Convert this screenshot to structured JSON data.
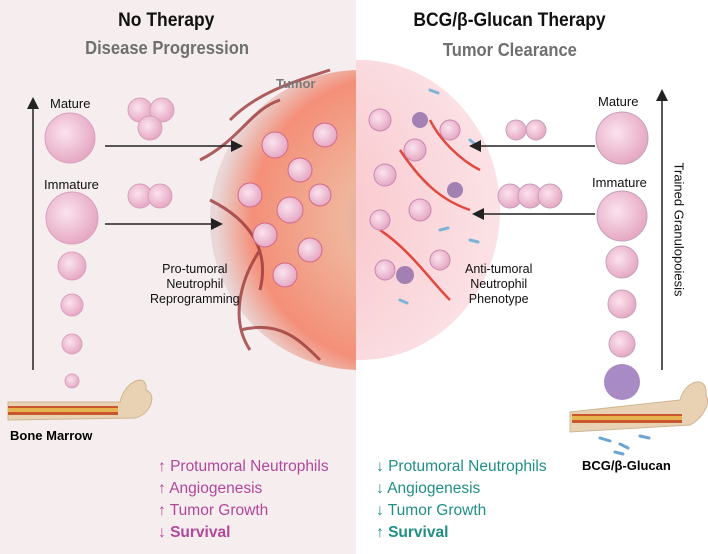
{
  "left": {
    "title": "No Therapy",
    "subtitle": "Disease Progression",
    "tumor_label": "Tumor",
    "mature_label": "Mature",
    "immature_label": "Immature",
    "reprogramming_label": [
      "Pro-tumoral",
      "Neutrophil",
      "Reprogramming"
    ],
    "bone_label": "Bone Marrow",
    "effects": [
      {
        "arrow": "↑",
        "text": "Protumoral Neutrophils"
      },
      {
        "arrow": "↑",
        "text": "Angiogenesis"
      },
      {
        "arrow": "↑",
        "text": "Tumor Growth"
      },
      {
        "arrow": "↓",
        "text": "Survival"
      }
    ]
  },
  "right": {
    "title": "BCG/β-Glucan Therapy",
    "subtitle": "Tumor Clearance",
    "mature_label": "Mature",
    "immature_label": "Immature",
    "phenotype_label": [
      "Anti-tumoral",
      "Neutrophil",
      "Phenotype"
    ],
    "axis_label": "Trained Granulopoiesis",
    "bone_label": "BCG/β-Glucan",
    "effects": [
      {
        "arrow": "↓",
        "text": "Protumoral Neutrophils"
      },
      {
        "arrow": "↓",
        "text": "Angiogenesis"
      },
      {
        "arrow": "↓",
        "text": "Tumor Growth"
      },
      {
        "arrow": "↑",
        "text": "Survival"
      }
    ]
  },
  "colors": {
    "left_bg": "#f6eeee",
    "pink_text": "#b2479a",
    "teal_text": "#1f8f86",
    "tumor": "#f2a58a",
    "vessel": "#9b3a3a"
  }
}
